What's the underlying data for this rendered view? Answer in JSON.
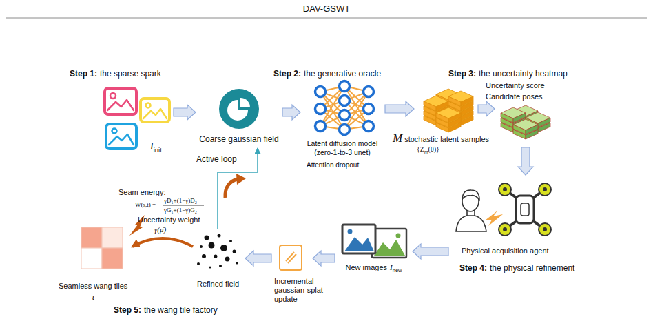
{
  "diagram": {
    "title": "DAV-GSWT",
    "nodes": [
      {
        "text": [
          "I",
          "init"
        ]
      },
      {
        "text": [
          "Coarse gaussian field"
        ]
      },
      {
        "text": [
          "Latent diffusion model (zero-1-to-3 unet)",
          "Attention dropout"
        ]
      },
      {
        "text": [
          "M",
          "stochastic latent samples",
          "{Z",
          "m",
          "(θ)}"
        ]
      },
      {
        "text": [
          "Uncertainty score",
          "Candidate poses"
        ]
      },
      {
        "text": [
          "Physical acquisition agent"
        ]
      },
      {
        "text": [
          "New images",
          "I",
          "new"
        ]
      },
      {
        "text": [
          "Incremental gaussian-splat update"
        ]
      },
      {
        "text": [
          "Refined field"
        ]
      },
      {
        "text": [
          "Seamless wang tiles",
          "τ"
        ]
      }
    ],
    "edges": [
      {
        "from": 0,
        "to": 1,
        "arrow": "to"
      },
      {
        "from": 1,
        "to": 2,
        "arrow": "to"
      },
      {
        "from": 2,
        "to": 3,
        "arrow": "to"
      },
      {
        "from": 3,
        "to": 4,
        "arrow": "to"
      },
      {
        "from": 4,
        "to": 5,
        "arrow": "to"
      },
      {
        "from": 5,
        "to": 6,
        "arrow": "to"
      },
      {
        "from": 6,
        "to": 7,
        "arrow": "to"
      },
      {
        "from": 7,
        "to": 8,
        "arrow": "to"
      },
      {
        "from": 8,
        "to": 9,
        "arrow": "to"
      },
      {
        "from": 8,
        "to": 1,
        "arrow": "to"
      }
    ],
    "labels": [
      "Step 1:",
      "the sparse spark",
      "Step 2:",
      "the generative oracle",
      "Step 3:",
      "the uncertainty heatmap",
      "Step 4:",
      "the physical refinement",
      "Step 5:",
      "the wang tile factory",
      "Active loop",
      "Seam energy:",
      "W(s,t) =",
      "γD₁+(1−γ)D₂",
      "γG₁+(1−γ)G₂",
      "Uncertainty weight",
      "γ(μ̄)"
    ]
  }
}
